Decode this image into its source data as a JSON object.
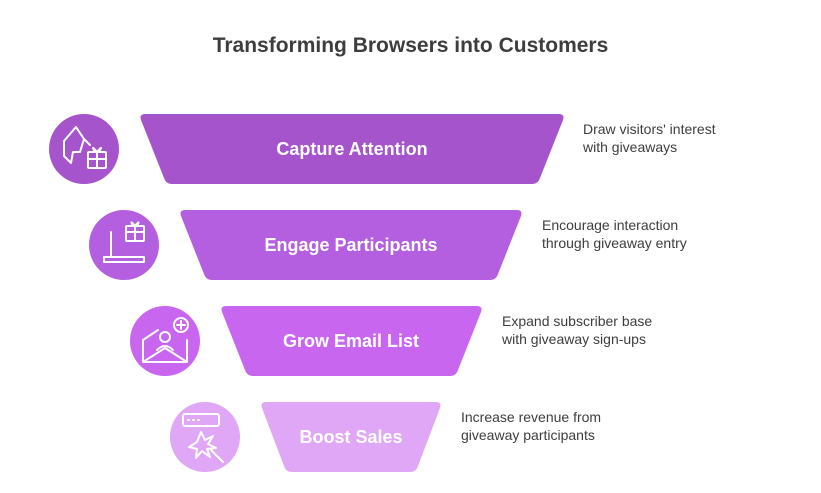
{
  "title": "Transforming Browsers into Customers",
  "stages": [
    {
      "label": "Capture Attention",
      "desc_line1": "Draw visitors' interest",
      "desc_line2": "with giveaways",
      "color": "#a554cc",
      "icon": "pointing-hand-gift-icon"
    },
    {
      "label": "Engage Participants",
      "desc_line1": "Encourage interaction",
      "desc_line2": "through giveaway entry",
      "color": "#b35fe0",
      "icon": "laptop-gift-icon"
    },
    {
      "label": "Grow Email List",
      "desc_line1": "Expand subscriber base",
      "desc_line2": "with giveaway sign-ups",
      "color": "#c866f0",
      "icon": "email-add-user-icon"
    },
    {
      "label": "Boost Sales",
      "desc_line1": "Increase revenue from",
      "desc_line2": "giveaway participants",
      "color": "#dfa7f5",
      "icon": "click-sale-icon"
    }
  ]
}
